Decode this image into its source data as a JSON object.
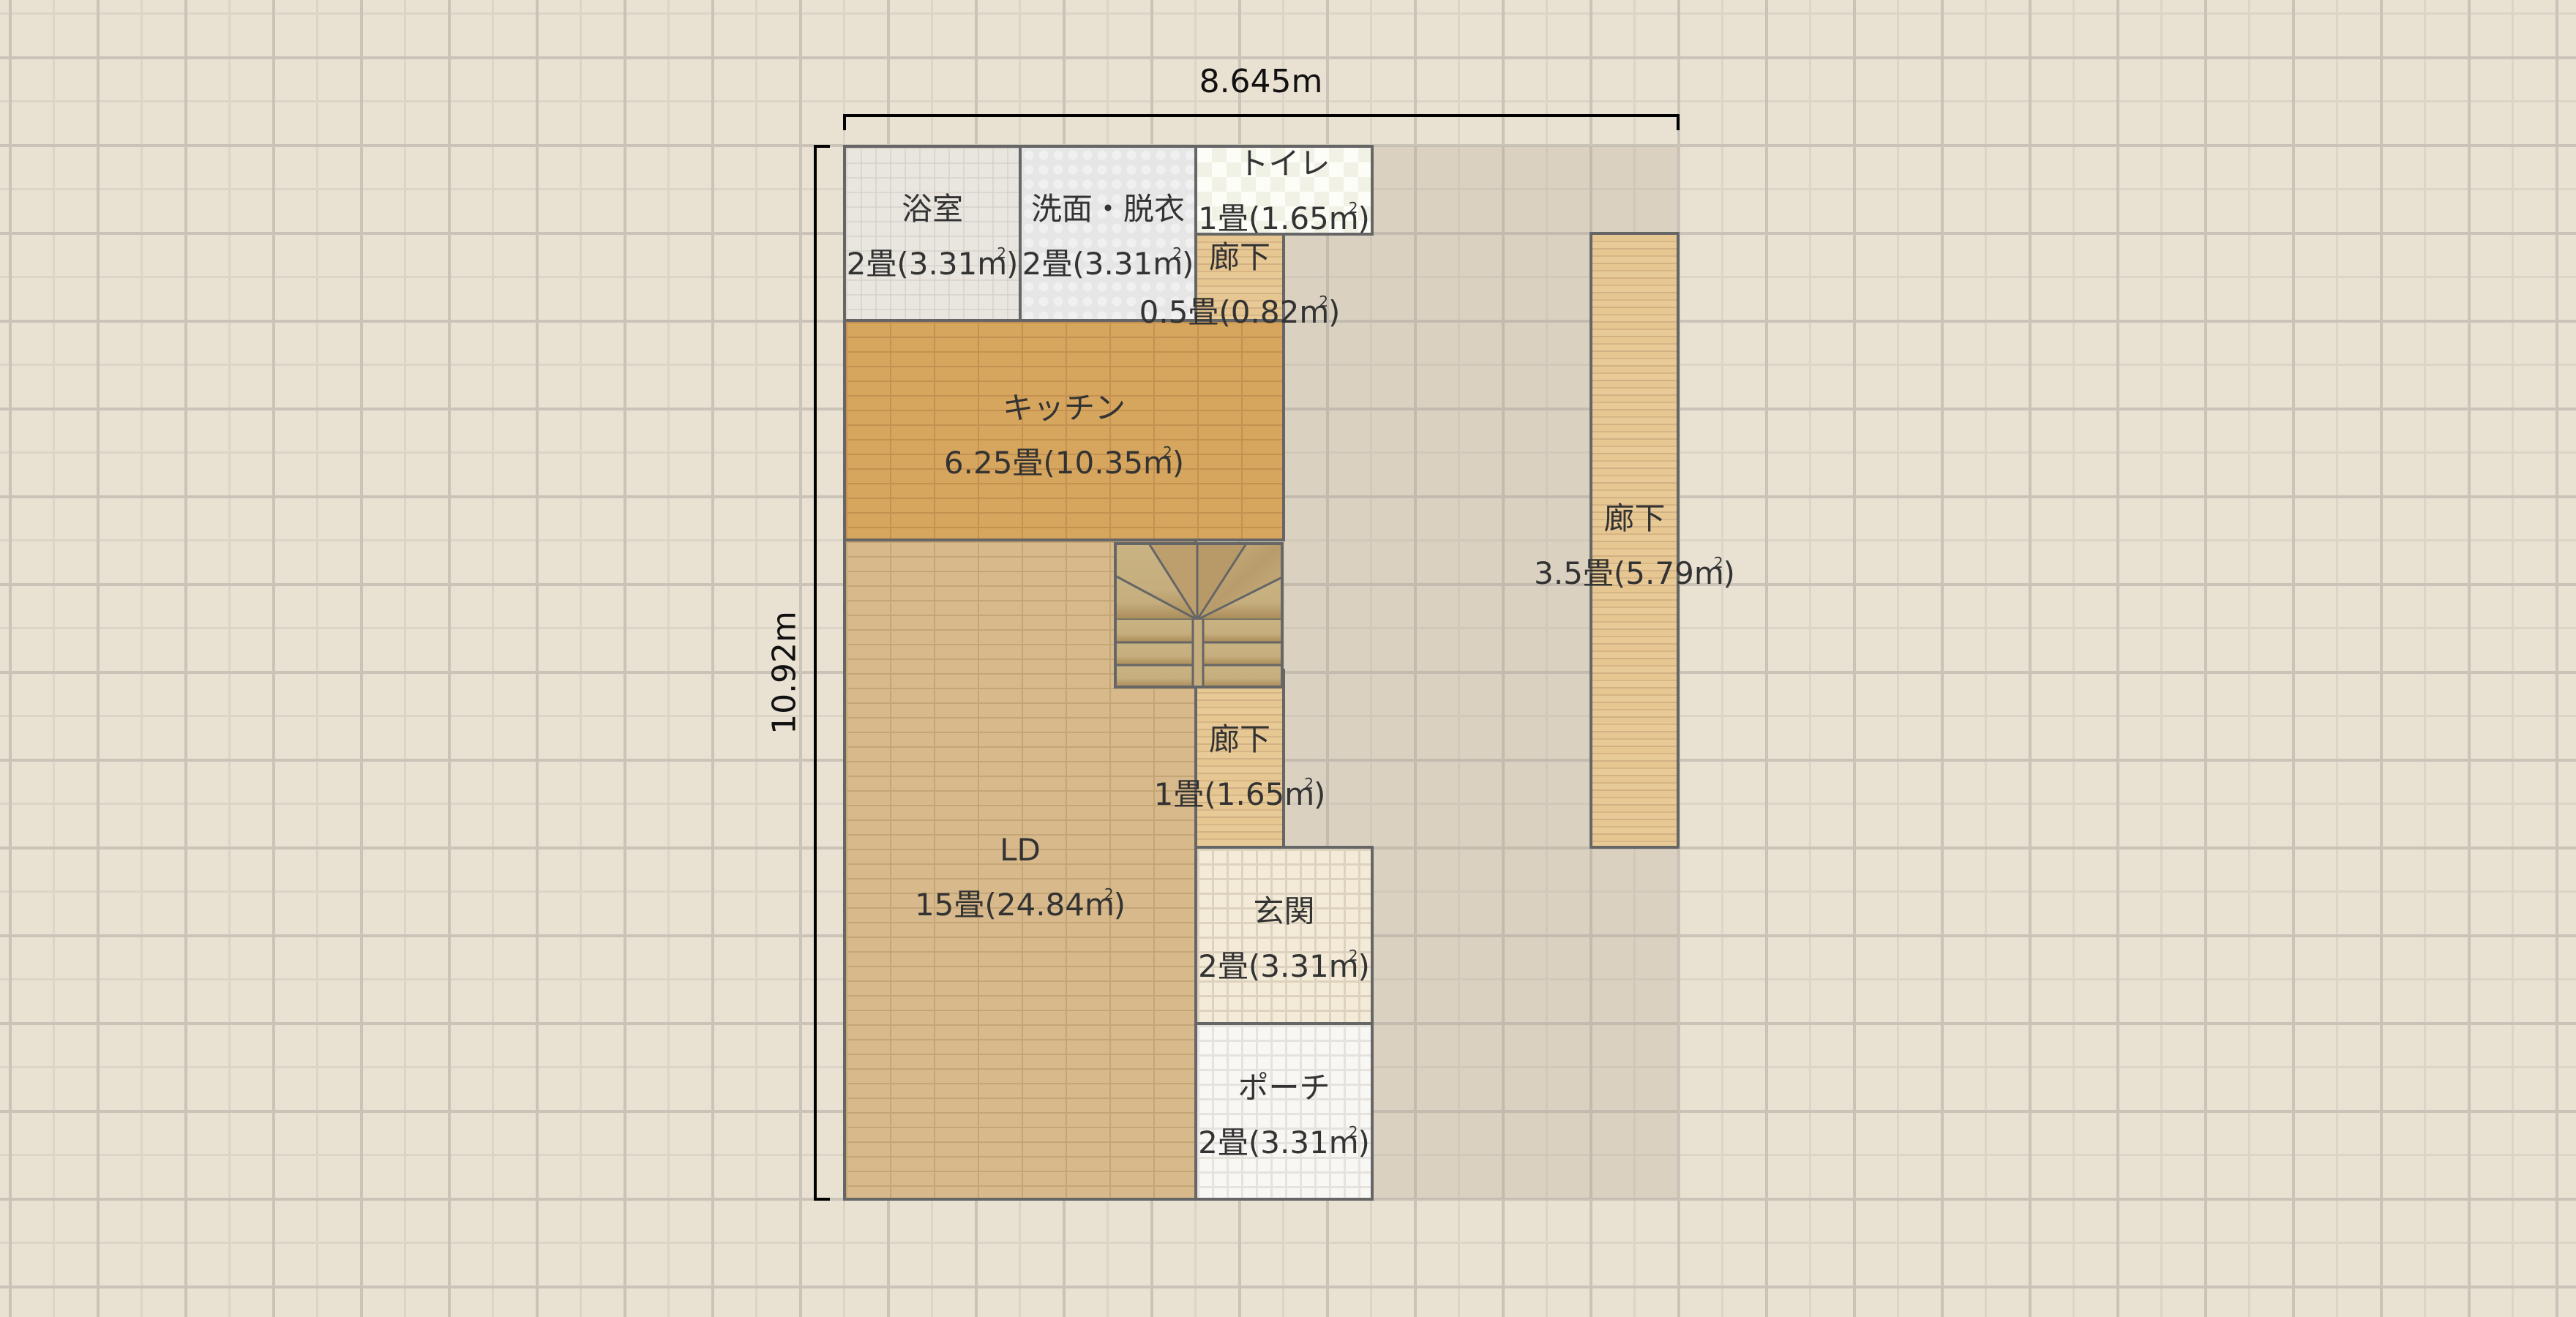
{
  "plan": {
    "dimensions": {
      "width_label": "8.645m",
      "height_label": "10.92m"
    },
    "rooms": [
      {
        "id": "bathroom",
        "name": "浴室",
        "area": "2畳(3.31m",
        "sup": "2",
        "close": ")"
      },
      {
        "id": "washroom",
        "name": "洗面・脱衣",
        "area": "2畳(3.31m",
        "sup": "2",
        "close": ")"
      },
      {
        "id": "toilet",
        "name": "トイレ",
        "area": "1畳(1.65m",
        "sup": "2",
        "close": ")"
      },
      {
        "id": "hallway-small",
        "name": "廊下",
        "area": "0.5畳(0.82m",
        "sup": "2",
        "close": ")"
      },
      {
        "id": "kitchen",
        "name": "キッチン",
        "area": "6.25畳(10.35m",
        "sup": "2",
        "close": ")"
      },
      {
        "id": "living-dining",
        "name": "LD",
        "area": "15畳(24.84m",
        "sup": "2",
        "close": ")"
      },
      {
        "id": "hallway-mid",
        "name": "廊下",
        "area": "1畳(1.65m",
        "sup": "2",
        "close": ")"
      },
      {
        "id": "entrance",
        "name": "玄関",
        "area": "2畳(3.31m",
        "sup": "2",
        "close": ")"
      },
      {
        "id": "porch",
        "name": "ポーチ",
        "area": "2畳(3.31m",
        "sup": "2",
        "close": ")"
      },
      {
        "id": "hallway-right",
        "name": "廊下",
        "area": "3.5畳(5.79m",
        "sup": "2",
        "close": ")"
      }
    ],
    "fixtures": [
      {
        "id": "staircase",
        "type": "u-turn winder stairs"
      }
    ],
    "colors": {
      "background": "#e9e1d2",
      "wall": "#666666",
      "text": "#333333",
      "dimension": "#000000"
    }
  }
}
